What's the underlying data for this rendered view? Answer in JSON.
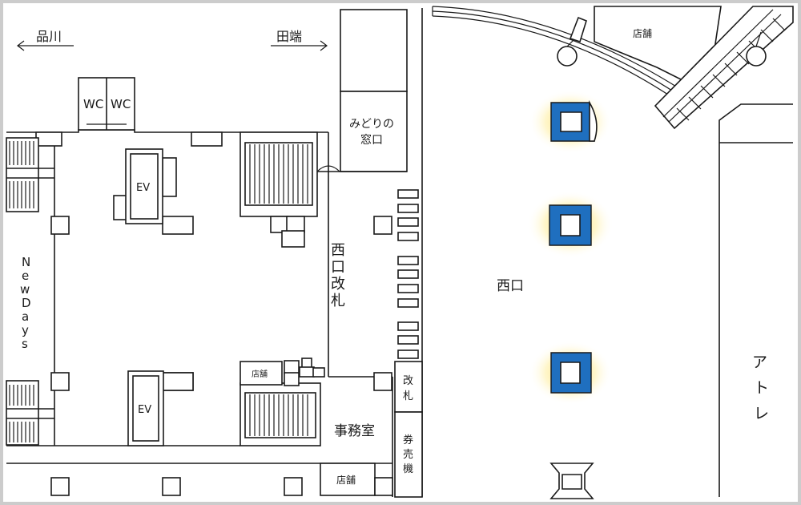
{
  "directions": {
    "shinagawa": "品川",
    "tabata": "田端"
  },
  "labels": {
    "wc_left": "WC",
    "wc_right": "WC",
    "ev_top": "EV",
    "ev_bottom": "EV",
    "newdays": [
      "N",
      "e",
      "w",
      "D",
      "a",
      "y",
      "s"
    ],
    "midori_line1": "みどりの",
    "midori_line2": "窓口",
    "west_gate_vertical": [
      "西",
      "口",
      "改",
      "札"
    ],
    "west_exit": "西口",
    "gate_box": [
      "改",
      "札"
    ],
    "ticket_machine": [
      "券",
      "売",
      "機"
    ],
    "office": "事務室",
    "shop_top_right": "店舗",
    "shop_small": "店舗",
    "shop_bottom": "店舗",
    "atre": [
      "ア",
      "ト",
      "レ"
    ]
  },
  "colors": {
    "highlight_blue": "#1f6fbf",
    "glow_yellow": "#ffe066",
    "frame_gray": "#cccccc"
  }
}
